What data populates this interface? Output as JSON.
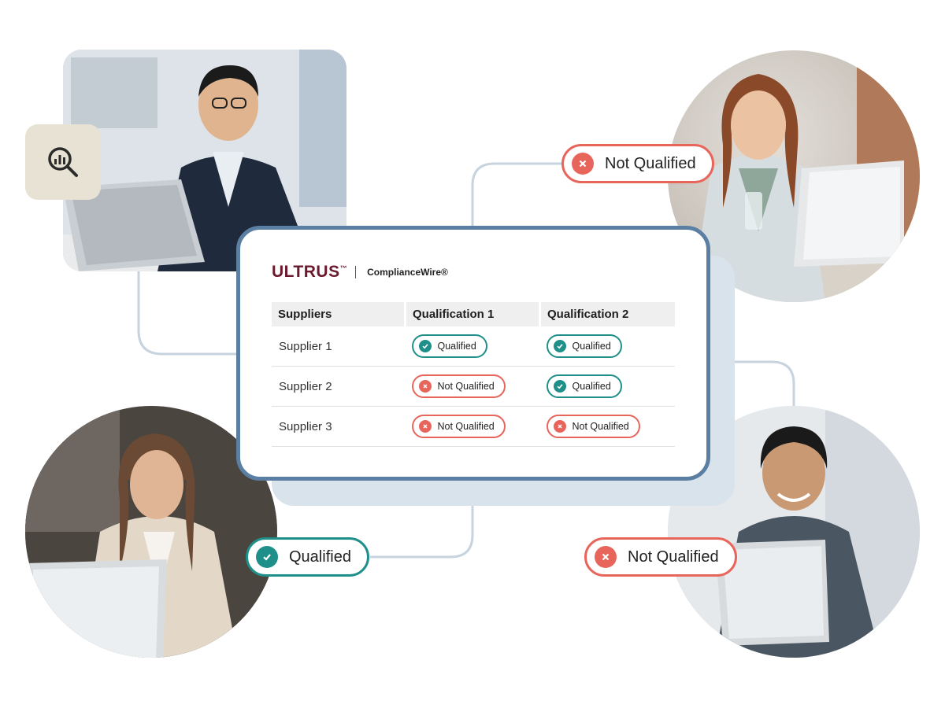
{
  "card": {
    "brand_logo": "ULTRUS",
    "brand_logo_mark": "™",
    "brand_product": "ComplianceWire®",
    "columns": [
      "Suppliers",
      "Qualification 1",
      "Qualification 2"
    ],
    "rows": [
      {
        "name": "Supplier 1",
        "q1": "Qualified",
        "q2": "Qualified"
      },
      {
        "name": "Supplier 2",
        "q1": "Not Qualified",
        "q2": "Qualified"
      },
      {
        "name": "Supplier 3",
        "q1": "Not Qualified",
        "q2": "Not Qualified"
      }
    ]
  },
  "callouts": {
    "top_right": "Not Qualified",
    "bottom_left": "Qualified",
    "bottom_right": "Not Qualified"
  },
  "icons": {
    "search_tile": "analytics-search-icon",
    "qualified": "check-icon",
    "not_qualified": "x-icon"
  },
  "colors": {
    "qualified": "#1f8f8a",
    "not_qualified": "#e8655c",
    "card_border": "#5b7fa3",
    "brand": "#6b1a2e",
    "connector": "#c7d3de",
    "search_tile_bg": "#e7e2d3"
  }
}
